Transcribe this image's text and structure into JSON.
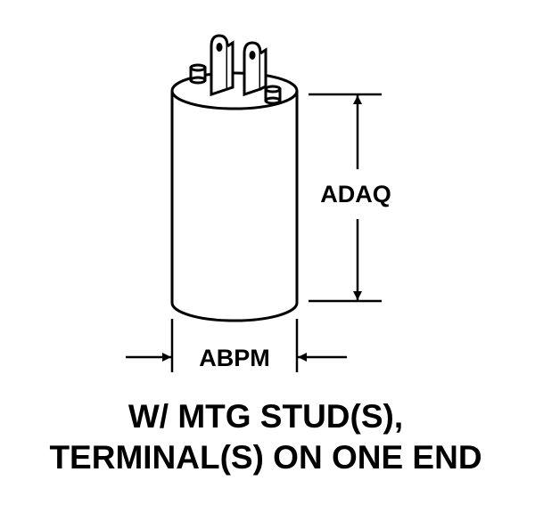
{
  "diagram": {
    "height_label": "ADAQ",
    "diameter_label": "ABPM",
    "caption": {
      "line1": "W/ MTG STUD(S),",
      "line2": "TERMINAL(S) ON ONE END"
    },
    "colors": {
      "stroke": "#000000",
      "background": "#ffffff"
    }
  }
}
